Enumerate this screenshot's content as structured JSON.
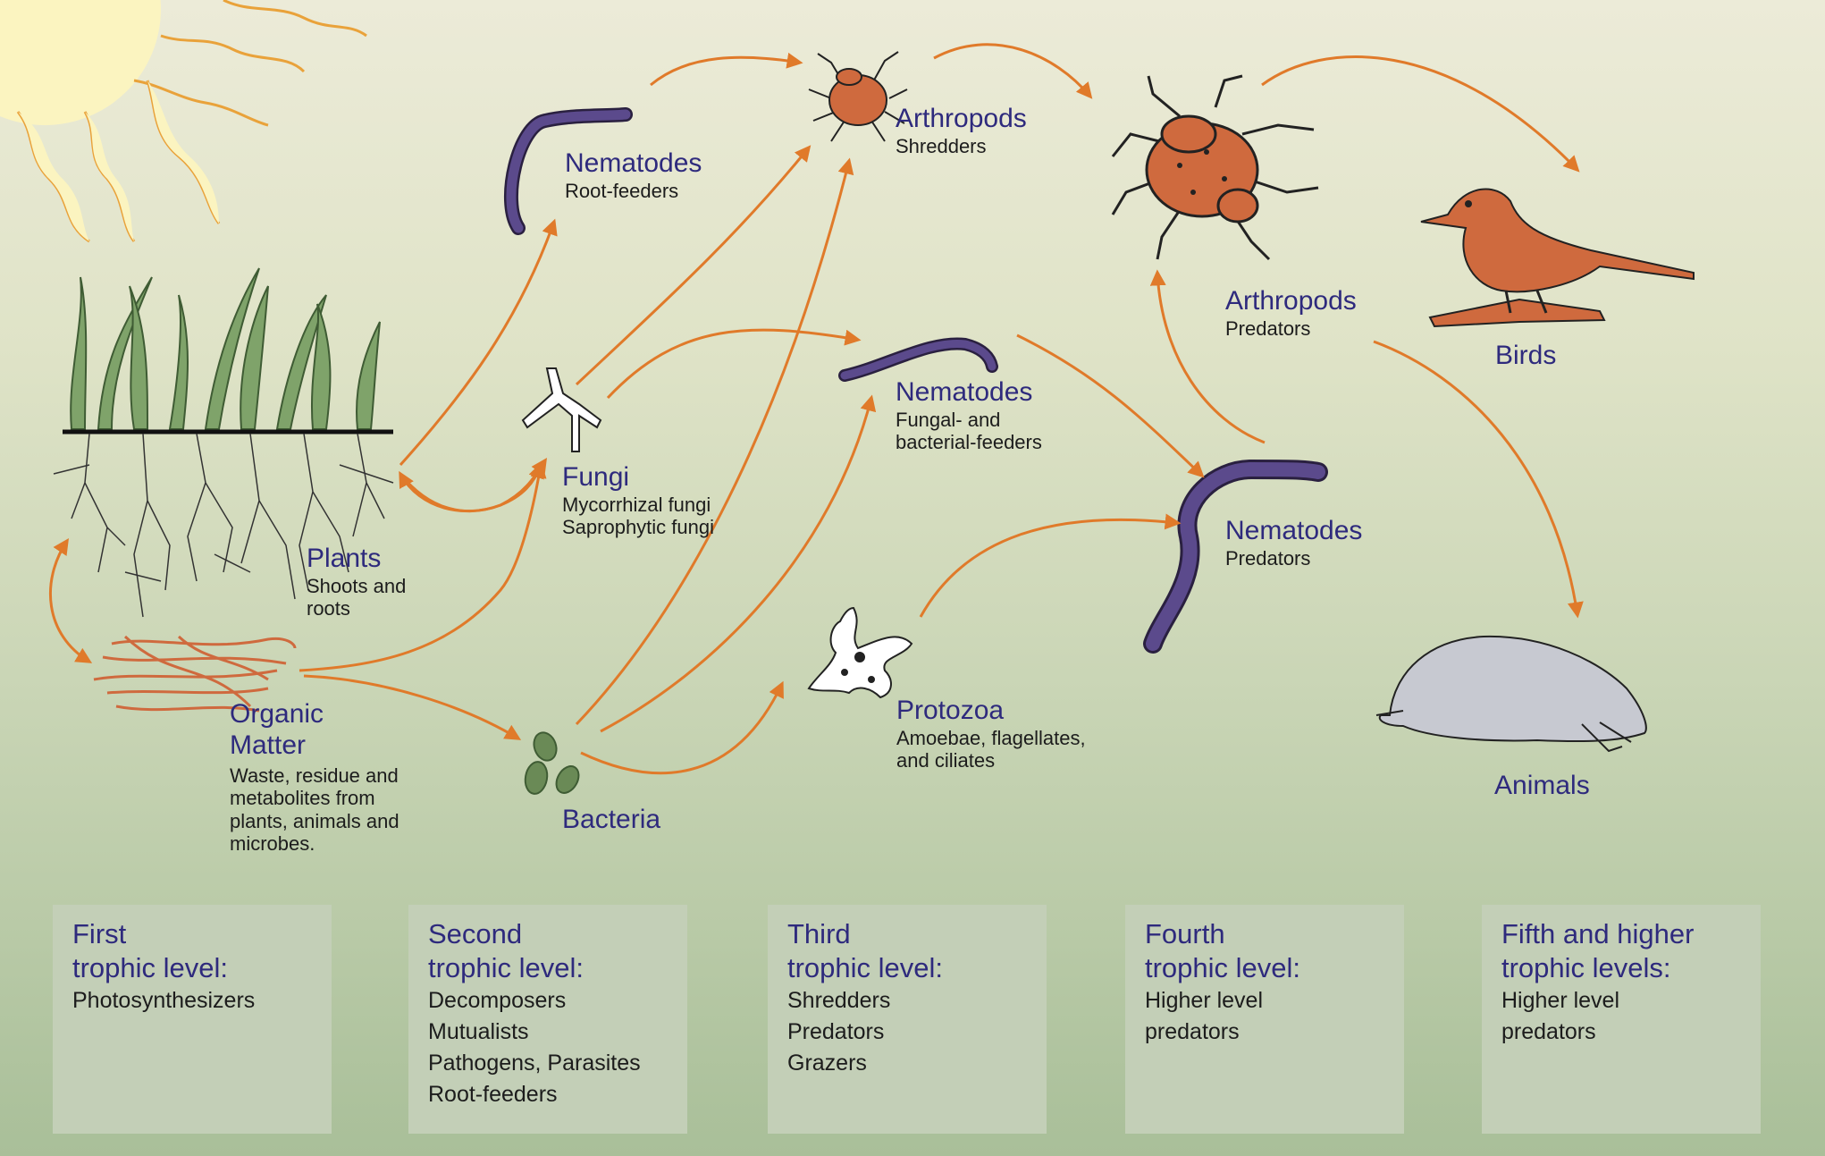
{
  "organisms": {
    "nematodes_root": {
      "title": "Nematodes",
      "sub": "Root-feeders"
    },
    "arthropods_shredders": {
      "title": "Arthropods",
      "sub": "Shredders"
    },
    "arthropods_predators": {
      "title": "Arthropods",
      "sub": "Predators"
    },
    "birds": {
      "title": "Birds"
    },
    "fungi": {
      "title": "Fungi",
      "sub1": "Mycorrhizal fungi",
      "sub2": "Saprophytic fungi"
    },
    "nematodes_fungal": {
      "title": "Nematodes",
      "sub1": "Fungal- and",
      "sub2": "bacterial-feeders"
    },
    "plants": {
      "title": "Plants",
      "sub1": "Shoots and",
      "sub2": "roots"
    },
    "nematodes_predators": {
      "title": "Nematodes",
      "sub": "Predators"
    },
    "organic_matter": {
      "title1": "Organic",
      "title2": "Matter",
      "sub1": "Waste, residue and",
      "sub2": "metabolites from",
      "sub3": "plants, animals and",
      "sub4": "microbes."
    },
    "protozoa": {
      "title": "Protozoa",
      "sub1": "Amoebae, flagellates,",
      "sub2": "and ciliates"
    },
    "bacteria": {
      "title": "Bacteria"
    },
    "animals": {
      "title": "Animals"
    }
  },
  "levels": [
    {
      "title1": "First",
      "title2": "trophic level:",
      "items": [
        "Photosynthesizers"
      ]
    },
    {
      "title1": "Second",
      "title2": "trophic level:",
      "items": [
        "Decomposers",
        "Mutualists",
        "Pathogens, Parasites",
        "Root-feeders"
      ]
    },
    {
      "title1": "Third",
      "title2": "trophic level:",
      "items": [
        "Shredders",
        "Predators",
        "Grazers"
      ]
    },
    {
      "title1": "Fourth",
      "title2": "trophic level:",
      "items": [
        "Higher level",
        "predators"
      ]
    },
    {
      "title1": "Fifth and higher",
      "title2": "trophic levels:",
      "items": [
        "Higher level",
        "predators"
      ]
    }
  ],
  "colors": {
    "arrow": "#e07a2a",
    "label": "#2e2a7d",
    "organism": "#cf6a3e",
    "worm": "#5b4a8c",
    "sun": "#fbf4c0"
  }
}
